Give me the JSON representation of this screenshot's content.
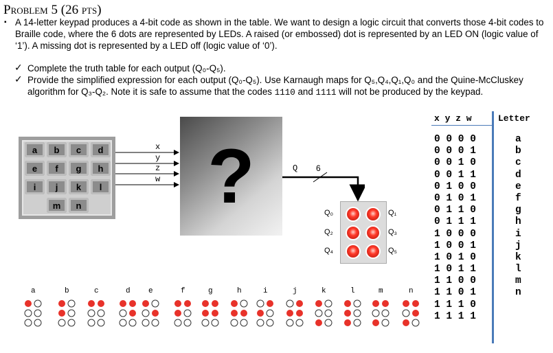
{
  "problem": {
    "title": "Problem 5 (26 pts)",
    "intro_before": "A 14-letter keypad produces a 4-bit code as shown in the table. We want to design a logic circuit that converts those 4-bit codes to Braille code, where the 6 dots are represented by LEDs. A raised (or embossed) dot is represented by an LED ON (logic value of ‘1’). A missing dot is represented by a LED off (logic value of ‘0’).",
    "tasks": [
      {
        "text": "Complete the truth table for each output (Q₀-Q₅)."
      },
      {
        "part1": "Provide the simplified expression for each output (Q₀-Q₅). Use Karnaugh maps for Q₅,Q₄,Q₁,Q₀ and the Quine-McCluskey algorithm for Q₃-Q₂. Note it is safe to assume that the codes ",
        "code1": "1110",
        "mid": " and ",
        "code2": "1111",
        "part2": " will not be produced by the keypad."
      }
    ]
  },
  "keypad": {
    "keys": [
      "a",
      "b",
      "c",
      "d",
      "e",
      "f",
      "g",
      "h",
      "i",
      "j",
      "k",
      "l",
      "m",
      "n"
    ]
  },
  "signals": {
    "inputs": [
      "x",
      "y",
      "z",
      "w"
    ],
    "output_label": "Q",
    "bus_width": "6",
    "unknown": "?"
  },
  "leds": {
    "labels": [
      "Q₀",
      "Q₁",
      "Q₂",
      "Q₃",
      "Q₄",
      "Q₅"
    ],
    "on_color": "#e8322a"
  },
  "braille": {
    "letters": [
      "a",
      "b",
      "c",
      "d",
      "e",
      "f",
      "g",
      "h",
      "i",
      "j",
      "k",
      "l",
      "m",
      "n"
    ],
    "patterns": [
      [
        1,
        0,
        0,
        0,
        0,
        0
      ],
      [
        1,
        0,
        1,
        0,
        0,
        0
      ],
      [
        1,
        1,
        0,
        0,
        0,
        0
      ],
      [
        1,
        1,
        0,
        1,
        0,
        0
      ],
      [
        1,
        0,
        0,
        1,
        0,
        0
      ],
      [
        1,
        1,
        1,
        0,
        0,
        0
      ],
      [
        1,
        1,
        1,
        1,
        0,
        0
      ],
      [
        1,
        0,
        1,
        1,
        0,
        0
      ],
      [
        0,
        1,
        1,
        0,
        0,
        0
      ],
      [
        0,
        1,
        1,
        1,
        0,
        0
      ],
      [
        1,
        0,
        0,
        0,
        1,
        0
      ],
      [
        1,
        0,
        1,
        0,
        1,
        0
      ],
      [
        1,
        1,
        0,
        0,
        1,
        0
      ],
      [
        1,
        1,
        0,
        1,
        1,
        0
      ]
    ]
  },
  "truth_table": {
    "headers": {
      "inputs": "x y z w",
      "letter": "Letter"
    },
    "rows": [
      {
        "code": "0 0 0 0",
        "letter": "a"
      },
      {
        "code": "0 0 0 1",
        "letter": "b"
      },
      {
        "code": "0 0 1 0",
        "letter": "c"
      },
      {
        "code": "0 0 1 1",
        "letter": "d"
      },
      {
        "code": "0 1 0 0",
        "letter": "e"
      },
      {
        "code": "0 1 0 1",
        "letter": "f"
      },
      {
        "code": "0 1 1 0",
        "letter": "g"
      },
      {
        "code": "0 1 1 1",
        "letter": "h"
      },
      {
        "code": "1 0 0 0",
        "letter": "i"
      },
      {
        "code": "1 0 0 1",
        "letter": "j"
      },
      {
        "code": "1 0 1 0",
        "letter": "k"
      },
      {
        "code": "1 0 1 1",
        "letter": "l"
      },
      {
        "code": "1 1 0 0",
        "letter": "m"
      },
      {
        "code": "1 1 0 1",
        "letter": "n"
      },
      {
        "code": "1 1 1 0",
        "letter": ""
      },
      {
        "code": "1 1 1 1",
        "letter": ""
      }
    ],
    "divider_color": "#4a7ab8"
  }
}
